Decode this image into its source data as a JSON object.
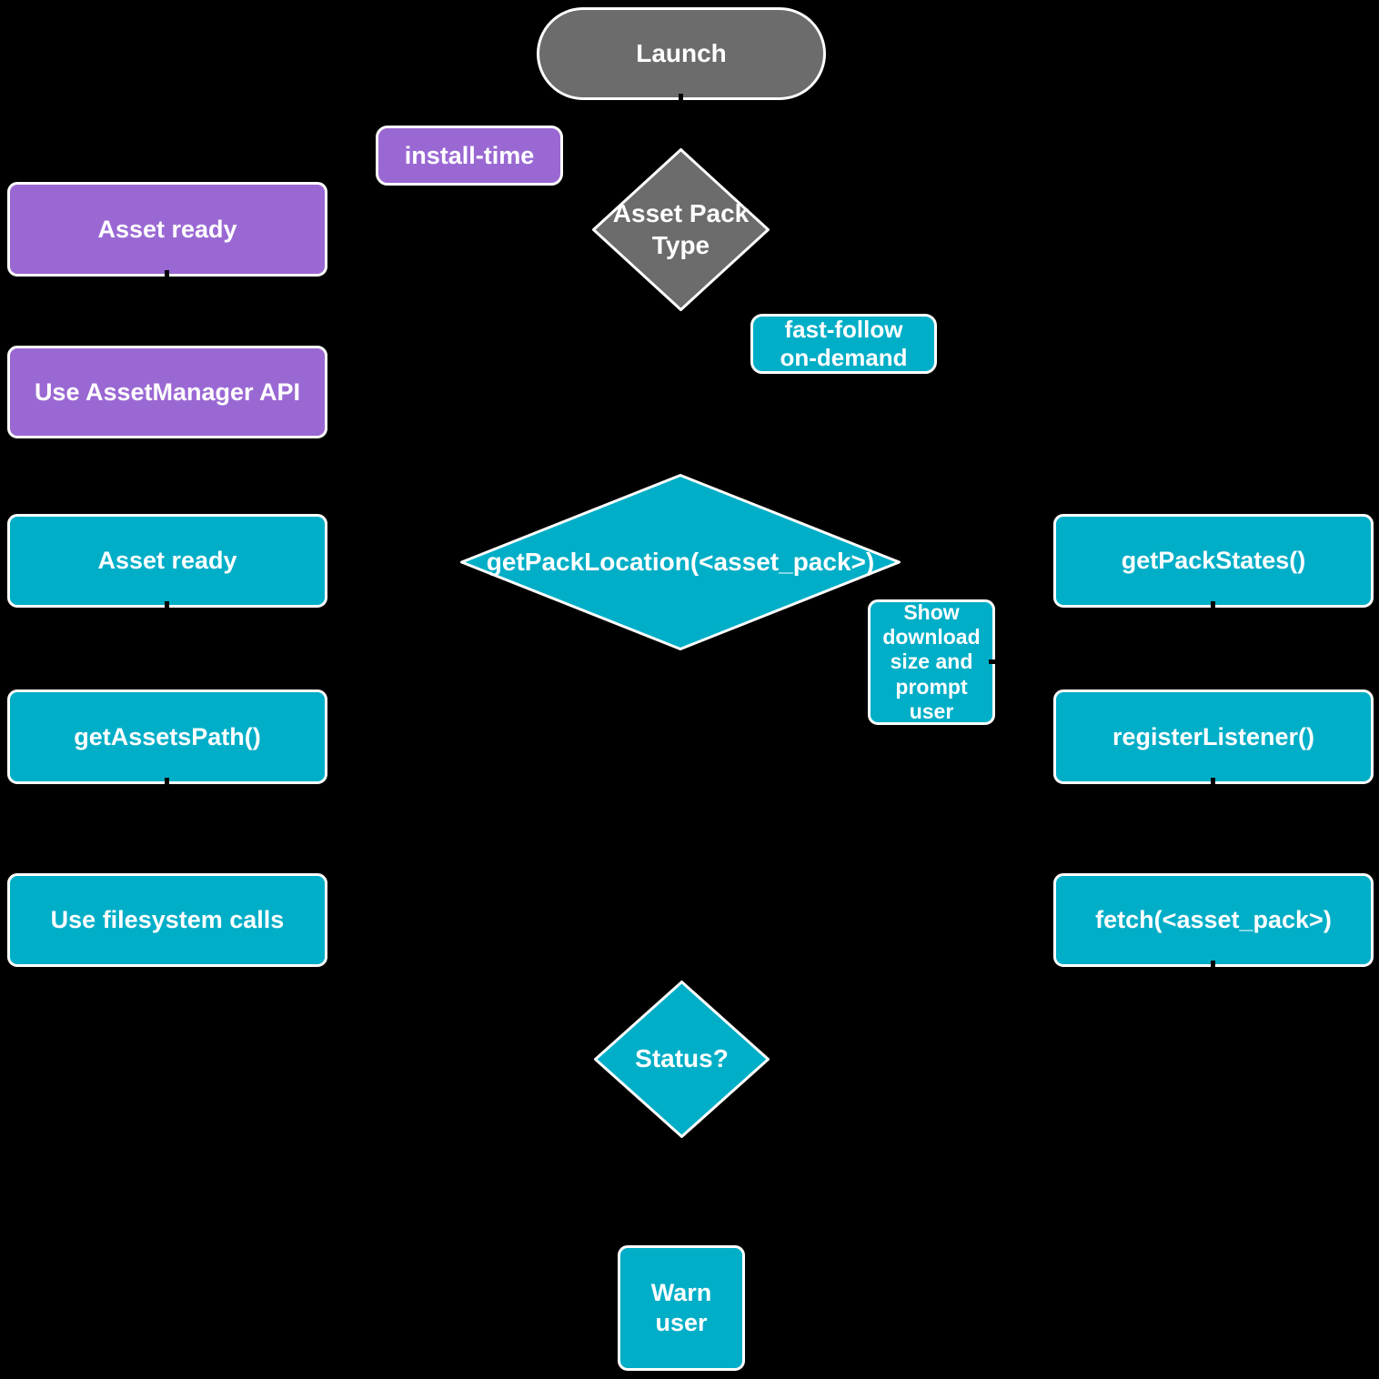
{
  "title": "Play Asset Delivery flowchart",
  "colors": {
    "background": "#000000",
    "gray": "#6c6c6c",
    "purple": "#9a68d3",
    "teal": "#00aec7",
    "border": "#ffffff",
    "text": "#ffffff"
  },
  "nodes": {
    "launch": {
      "label": "Launch",
      "shape": "stadium"
    },
    "install_time": {
      "label": "install-time",
      "shape": "label"
    },
    "asset_pack_type": {
      "label": "Asset Pack Type",
      "shape": "diamond"
    },
    "fast_follow": {
      "label": "fast-follow on-demand",
      "shape": "label"
    },
    "asset_ready_purple": {
      "label": "Asset ready",
      "shape": "box"
    },
    "use_assetmanager": {
      "label": "Use AssetManager API",
      "shape": "box"
    },
    "asset_ready_teal": {
      "label": "Asset ready",
      "shape": "box"
    },
    "get_assets_path": {
      "label": "getAssetsPath()",
      "shape": "box"
    },
    "use_filesystem": {
      "label": "Use filesystem calls",
      "shape": "box"
    },
    "get_pack_location": {
      "label": "getPackLocation(<asset_pack>)",
      "shape": "diamond"
    },
    "show_download": {
      "label": "Show download size and prompt user",
      "shape": "box"
    },
    "get_pack_states": {
      "label": "getPackStates()",
      "shape": "box"
    },
    "register_listener": {
      "label": "registerListener()",
      "shape": "box"
    },
    "fetch_pack": {
      "label": "fetch(<asset_pack>)",
      "shape": "box"
    },
    "status": {
      "label": "Status?",
      "shape": "diamond"
    },
    "warn_user": {
      "label": "Warn user",
      "shape": "box"
    }
  }
}
